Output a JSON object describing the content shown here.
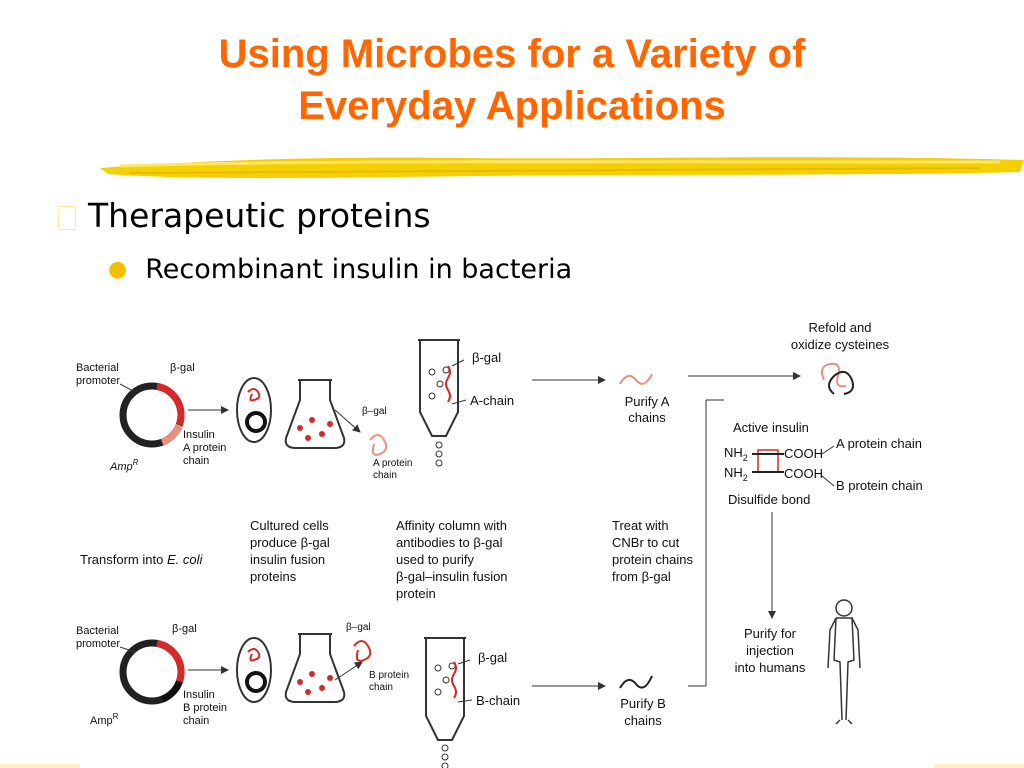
{
  "slide": {
    "title_line1": "Using Microbes for a Variety of",
    "title_line2": "Everyday Applications",
    "bullet_level1": "Therapeutic proteins",
    "bullet_level2": "Recombinant insulin in bacteria"
  },
  "diagram": {
    "top_plasmid": {
      "promoter": [
        "Bacterial",
        "promoter"
      ],
      "bgal": "β-gal",
      "gene": [
        "Insulin",
        "A protein",
        "chain"
      ],
      "amp": "Amp",
      "amp_sup": "R"
    },
    "bottom_plasmid": {
      "promoter": [
        "Bacterial",
        "promoter"
      ],
      "bgal": "β-gal",
      "gene": [
        "Insulin",
        "B protein",
        "chain"
      ],
      "amp": "Amp",
      "amp_sup": "R"
    },
    "top_fusion": {
      "bgal": "β–gal",
      "chain": [
        "A protein",
        "chain"
      ]
    },
    "bottom_fusion": {
      "bgal": "β–gal",
      "chain": [
        "B protein",
        "chain"
      ]
    },
    "top_column": {
      "bgal": "β-gal",
      "chain": "A-chain"
    },
    "bottom_column": {
      "bgal": "β-gal",
      "chain": "B-chain"
    },
    "purify_a": [
      "Purify A",
      "chains"
    ],
    "purify_b": [
      "Purify B",
      "chains"
    ],
    "refold": [
      "Refold and",
      "oxidize cysteines"
    ],
    "active_insulin": "Active insulin",
    "nh2": "NH",
    "nh2_sub": "2",
    "cooh": "COOH",
    "a_protein_chain": "A protein chain",
    "b_protein_chain": "B protein chain",
    "disulfide": "Disulfide bond",
    "transform": "Transform into",
    "transform_species": "E. coli",
    "cultured": [
      "Cultured cells",
      "produce β-gal",
      "insulin fusion",
      "proteins"
    ],
    "affinity": [
      "Affinity column with",
      "antibodies to β-gal",
      "used to purify",
      "β-gal–insulin fusion",
      "protein"
    ],
    "treat": [
      "Treat with",
      "CNBr to cut",
      "protein chains",
      "from β-gal"
    ],
    "purify_injection": [
      "Purify for",
      "injection",
      "into humans"
    ]
  },
  "colors": {
    "title": "#ff6600",
    "bullet_dot": "#f0c000",
    "brush": "#f5d000",
    "dna_red": "#d42a2a",
    "dna_pink": "#e8927c"
  }
}
